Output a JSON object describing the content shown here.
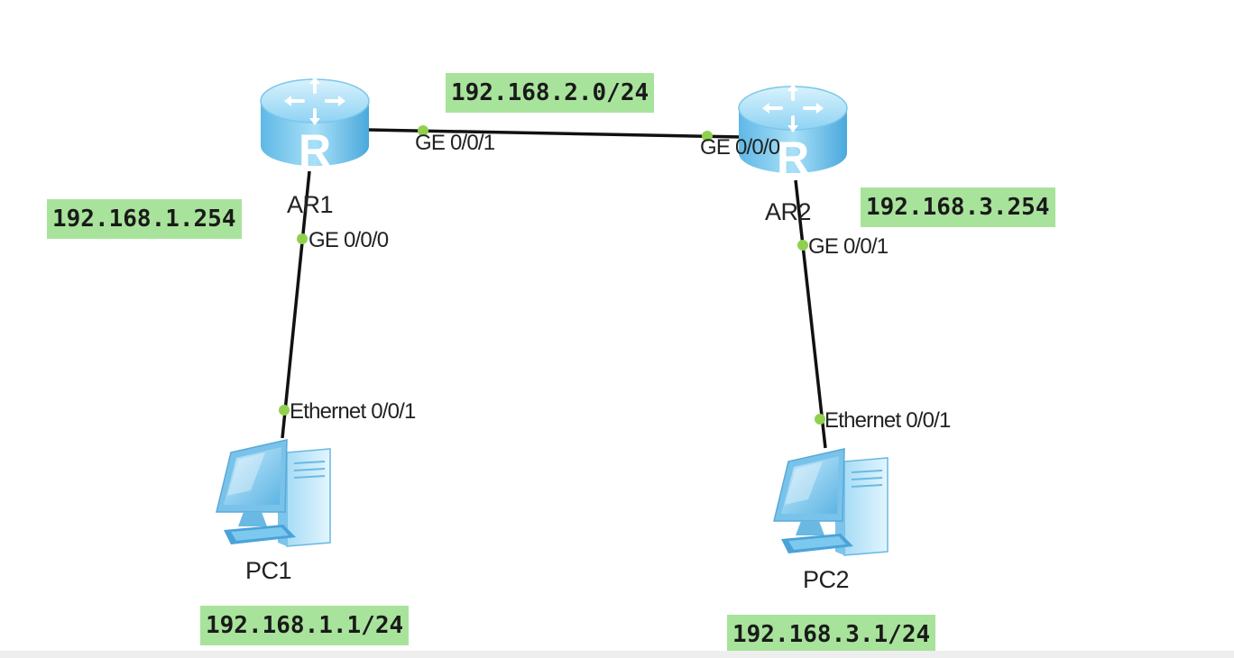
{
  "colors": {
    "ip_tag_bg": "#a8e39b",
    "port_dot": "#8fd14f",
    "link": "#111111",
    "router_body": "#6ec6ee",
    "pc_body": "#8fd0f3"
  },
  "devices": {
    "ar1": {
      "label": "AR1",
      "icon": "router-icon"
    },
    "ar2": {
      "label": "AR2",
      "icon": "router-icon"
    },
    "pc1": {
      "label": "PC1",
      "icon": "pc-icon"
    },
    "pc2": {
      "label": "PC2",
      "icon": "pc-icon"
    }
  },
  "ports": {
    "ar1_ge001": "GE 0/0/1",
    "ar1_ge000": "GE 0/0/0",
    "ar2_ge000": "GE 0/0/0",
    "ar2_ge001": "GE 0/0/1",
    "pc1_eth": "Ethernet 0/0/1",
    "pc2_eth": "Ethernet 0/0/1"
  },
  "ip_tags": {
    "link_ar1_ar2": "192.168.2.0/24",
    "ar1_gateway": "192.168.1.254",
    "ar2_gateway": "192.168.3.254",
    "pc1_ip": "192.168.1.1/24",
    "pc2_ip": "192.168.3.1/24"
  }
}
